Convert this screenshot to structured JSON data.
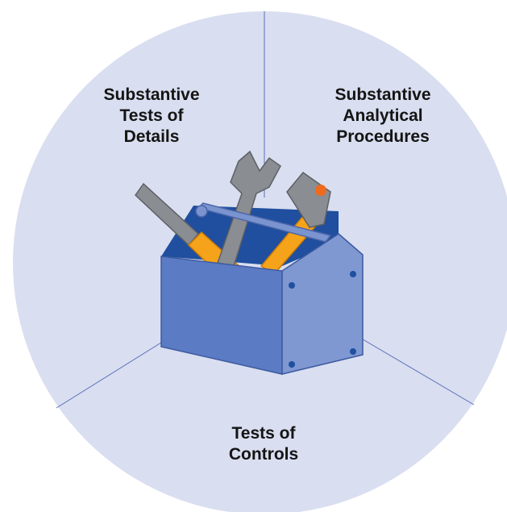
{
  "segments": [
    {
      "id": "top-left",
      "lines": [
        "Substantive",
        "Tests of",
        "Details"
      ]
    },
    {
      "id": "top-right",
      "lines": [
        "Substantive",
        "Analytical",
        "Procedures"
      ]
    },
    {
      "id": "bottom",
      "lines": [
        "Tests of",
        "Controls"
      ]
    }
  ],
  "illustration": {
    "name": "toolbox-with-tools-icon",
    "items": [
      "screwdriver-icon",
      "wrench-icon",
      "hammer-icon"
    ]
  },
  "colors": {
    "circle_fill": "#d9def0",
    "divider": "#5a6fb8",
    "box_front": "#5b7cc4",
    "box_side": "#7f98d2",
    "box_inner": "#1f4f9e",
    "handle": "#7a94d0",
    "tool_metal": "#8a8d92",
    "tool_handle": "#f5a31a",
    "hammer_cap": "#ef6a1e",
    "label_text": "#141414"
  }
}
